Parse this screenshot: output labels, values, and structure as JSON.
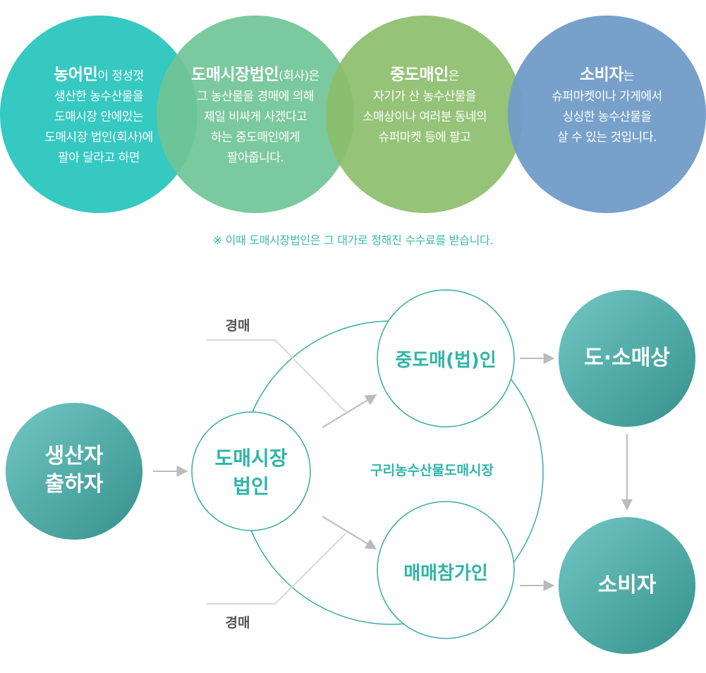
{
  "top_circles": [
    {
      "head": "농어민",
      "head_tail": "이 정성껏",
      "lines": [
        "생산한 농수산물을",
        "도매시장 안에있는",
        "도매시장 법인(회사)에",
        "팔아 달라고 하면"
      ],
      "color": "#2dc7be"
    },
    {
      "head": "도매시장법인",
      "head_tail": "(회사)은",
      "lines": [
        "그 농산물을 경매에 의해",
        "제일 비싸게 사겠다고",
        "하는 중도매인에게",
        "팔아줍니다."
      ],
      "color": "#70c496"
    },
    {
      "head": "중도매인",
      "head_tail": "은",
      "lines": [
        "자기가 산 농수산물을",
        "소매상이나 여러분 동네의",
        "슈퍼마켓 등에 팔고"
      ],
      "color": "#8cbe6c"
    },
    {
      "head": "소비자",
      "head_tail": "는",
      "lines": [
        "슈퍼마켓이나 가게에서",
        "싱싱한 농수산물을",
        "살 수 있는 것입니다."
      ],
      "color": "#709cc8"
    }
  ],
  "note": "※ 이때 도매시장법인은 그 대가로 정해진 수수료를 받습니다.",
  "diagram": {
    "producer_line1": "생산자",
    "producer_line2": "출하자",
    "wholesale_corp_line1": "도매시장",
    "wholesale_corp_line2": "법인",
    "intermediate_wholesaler": "중도매(법)인",
    "trade_participant": "매매참가인",
    "market_name": "구리농수산물도매시장",
    "retailer": "도·소매상",
    "consumer": "소비자",
    "auction_top": "경매",
    "auction_bottom": "경매",
    "colors": {
      "teal_dark": "#3a9e9a",
      "teal_light": "#6fc4c0",
      "teal_stroke": "#3aaca2",
      "arrow_gray": "#bbbbbb"
    }
  }
}
